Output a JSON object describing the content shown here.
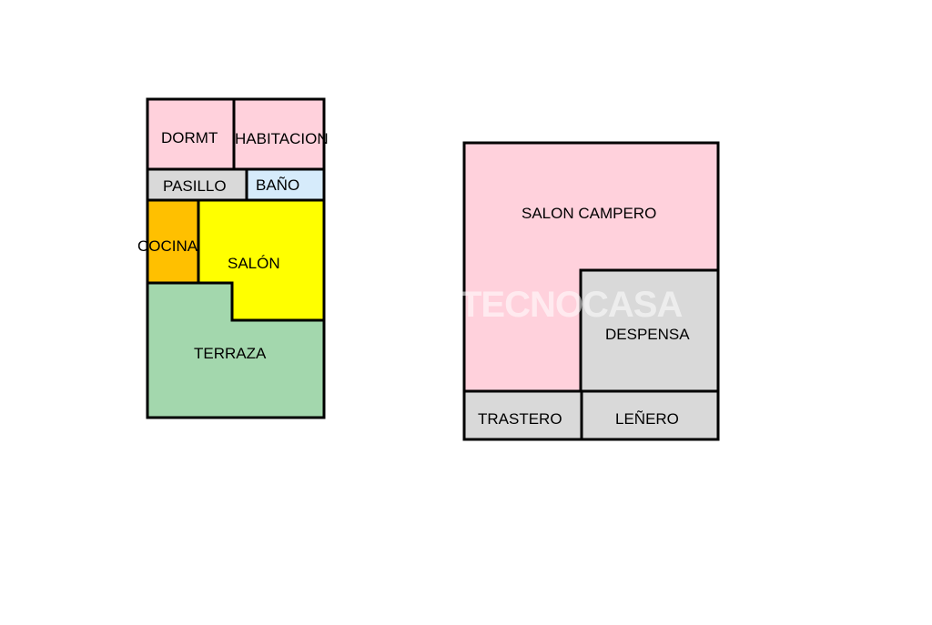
{
  "colors": {
    "pink": "#ffd1dc",
    "grey": "#d9d9d9",
    "light_blue": "#d6ebfb",
    "orange": "#ffc000",
    "yellow": "#ffff00",
    "green": "#a3d7ad",
    "outline": "#000000"
  },
  "plan_left": {
    "dormitorio": "DORMT",
    "habitacion": "HABITACION",
    "pasillo": "PASILLO",
    "bano": "BAÑO",
    "cocina": "COCINA",
    "salon": "SALÓN",
    "terraza": "TERRAZA"
  },
  "plan_right": {
    "salon_campero": "SALON CAMPERO",
    "despensa": "DESPENSA",
    "trastero": "TRASTERO",
    "lenero": "LEÑERO"
  },
  "watermark": {
    "logo_text": "TECNOCASA"
  }
}
